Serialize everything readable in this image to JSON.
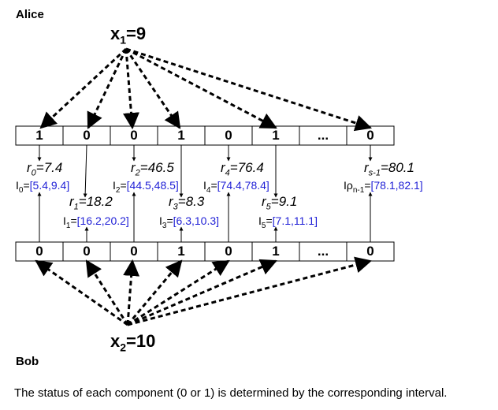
{
  "parties": {
    "alice": "Alice",
    "bob": "Bob"
  },
  "x1": {
    "name": "x",
    "sub": "1",
    "value": "=9"
  },
  "x2": {
    "name": "x",
    "sub": "2",
    "value": "=10"
  },
  "alice_bits": [
    "1",
    "0",
    "0",
    "1",
    "0",
    "1",
    "...",
    "0"
  ],
  "bob_bits": [
    "0",
    "0",
    "0",
    "1",
    "0",
    "1",
    "...",
    "0"
  ],
  "randoms": [
    {
      "name": "r",
      "sub": "0",
      "value": "=7.4"
    },
    {
      "name": "r",
      "sub": "1",
      "value": "=18.2"
    },
    {
      "name": "r",
      "sub": "2",
      "value": "=46.5"
    },
    {
      "name": "r",
      "sub": "3",
      "value": "=8.3"
    },
    {
      "name": "r",
      "sub": "4",
      "value": "=76.4"
    },
    {
      "name": "r",
      "sub": "5",
      "value": "=9.1"
    },
    {
      "name": "r",
      "sub": "s-1",
      "value": "=80.1"
    }
  ],
  "intervals": [
    {
      "name": "I",
      "sub": "0",
      "eq": "=",
      "range": "[5.4,9.4]"
    },
    {
      "name": "I",
      "sub": "1",
      "eq": "=",
      "range": "[16.2,20.2]"
    },
    {
      "name": "I",
      "sub": "2",
      "eq": "=",
      "range": "[44.5,48.5]"
    },
    {
      "name": "I",
      "sub": "3",
      "eq": "=",
      "range": "[6.3,10.3]"
    },
    {
      "name": "I",
      "sub": "4",
      "eq": "=",
      "range": "[74.4,78.4]"
    },
    {
      "name": "I",
      "sub": "5",
      "eq": "=",
      "range": "[7.1,11.1]"
    },
    {
      "name": "Iρ",
      "sub": "n-1",
      "eq": "=",
      "range": "[78.1,82.1]"
    }
  ],
  "caption": "The status of each component (0 or 1) is determined by the corresponding interval."
}
